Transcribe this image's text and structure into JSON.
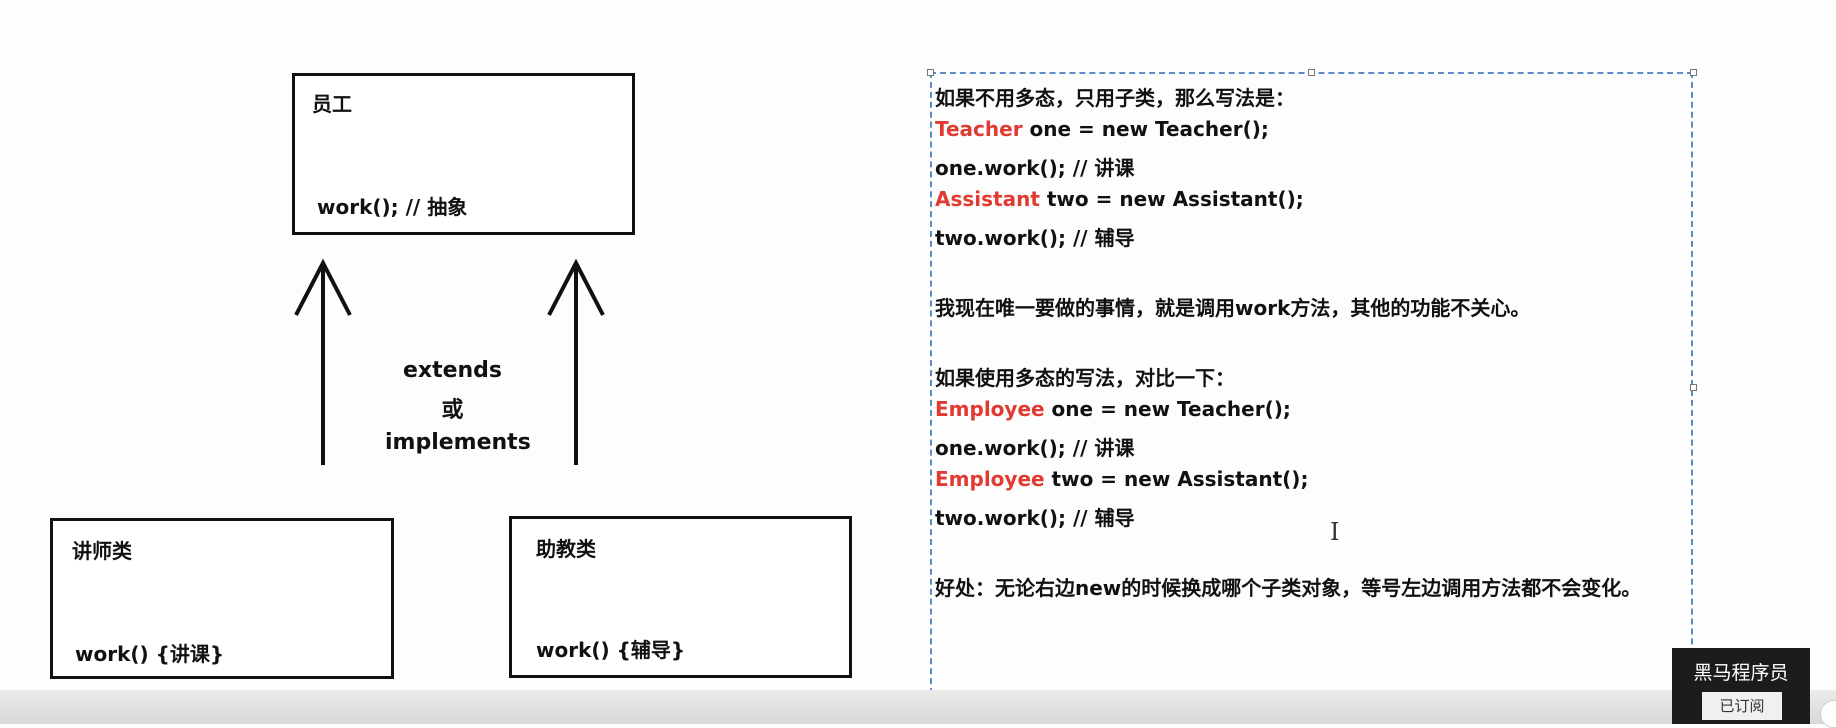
{
  "diagram": {
    "employee_box": {
      "title": "员工",
      "method": "work(); // 抽象"
    },
    "teacher_box": {
      "title": "讲师类",
      "method": "work() {讲课}"
    },
    "assistant_box": {
      "title": "助教类",
      "method": "work() {辅导}"
    },
    "relation_label": {
      "line1": "extends",
      "line2": "或",
      "line3": "implements"
    }
  },
  "text_panel": {
    "line1": "如果不用多态，只用子类，那么写法是：",
    "line2_kw": "Teacher",
    "line2_rest": " one = new Teacher();",
    "line3": "one.work(); // 讲课",
    "line4_kw": "Assistant",
    "line4_rest": " two = new Assistant();",
    "line5": "two.work(); // 辅导",
    "line6": "我现在唯一要做的事情，就是调用work方法，其他的功能不关心。",
    "line7": "如果使用多态的写法，对比一下：",
    "line8_kw": "Employee",
    "line8_rest": " one = new Teacher();",
    "line9": "one.work(); // 讲课",
    "line10_kw": "Employee",
    "line10_rest": " two = new Assistant();",
    "line11": "two.work(); // 辅导",
    "line12": "好处：无论右边new的时候换成哪个子类对象，等号左边调用方法都不会变化。",
    "accent_color": "#e03a31",
    "border_color": "#5b8cc7"
  },
  "overlay": {
    "brand_name": "黑马程序员",
    "subscribe_label": "已订阅"
  }
}
